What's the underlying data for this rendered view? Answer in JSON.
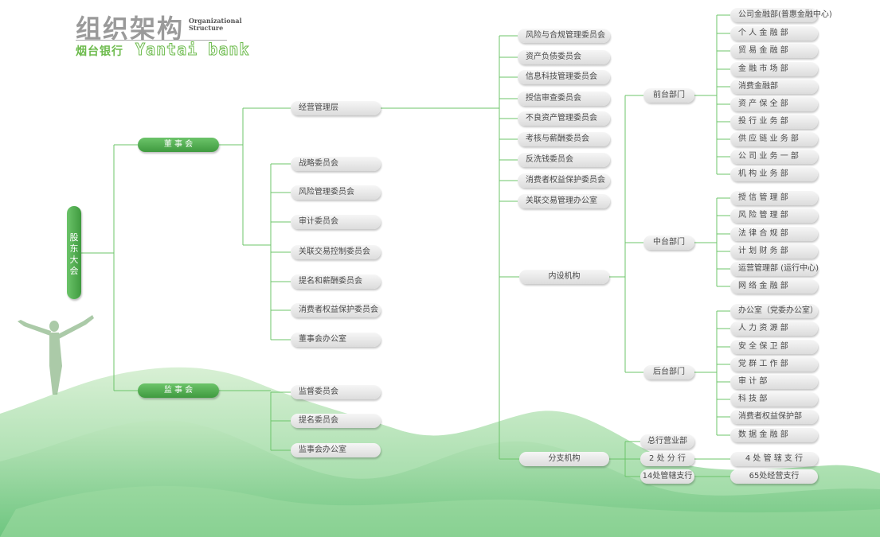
{
  "header": {
    "title": "组织架构",
    "subtitle_line1": "Organizational",
    "subtitle_line2": "Structure",
    "brand_cn": "烟台银行",
    "brand_en": "Yantai bank"
  },
  "colors": {
    "accent": "#4caf50",
    "line": "#6cc46a",
    "node": "#e6e6e6"
  },
  "org": {
    "root": "股东大会",
    "board": "董 事 会",
    "supervisory": "监 事 会",
    "management": "经营管理层",
    "board_committees": [
      "战略委员会",
      "风险管理委员会",
      "审计委员会",
      "关联交易控制委员会",
      "提名和薪酬委员会",
      "消费者权益保护委员会",
      "董事会办公室"
    ],
    "supervisory_committees": [
      "监督委员会",
      "提名委员会",
      "监事会办公室"
    ],
    "management_committees": [
      "风险与合规管理委员会",
      "资产负债委员会",
      "信息科技管理委员会",
      "授信审查委员会",
      "不良资产管理委员会",
      "考核与薪酬委员会",
      "反洗钱委员会",
      "消费者权益保护委员会",
      "关联交易管理办公室"
    ],
    "internal": "内设机构",
    "branches": "分支机构",
    "front": "前台部门",
    "middle": "中台部门",
    "back": "后台部门",
    "front_depts": [
      "公司金融部(普惠金融中心)",
      "个 人 金 融 部",
      "贸 易 金 融 部",
      "金 融 市 场 部",
      "消费金融部",
      "资 产 保 全 部",
      "投 行 业 务 部",
      "供 应 链 业 务 部",
      "公 司 业 务 一 部",
      "机 构 业 务 部"
    ],
    "middle_depts": [
      "授 信 管 理 部",
      "风 险 管 理 部",
      "法 律 合 规 部",
      "计 划 财 务 部",
      "运营管理部 (运行中心)",
      "网 络 金 融 部"
    ],
    "back_depts": [
      "办公室（党委办公室）",
      "人 力 资 源 部",
      "安 全 保 卫 部",
      "党 群 工 作 部",
      "审 计 部",
      "科 技 部",
      "消费者权益保护部",
      "数 据 金 融 部"
    ],
    "branch_units": [
      "总行营业部",
      "2 处 分 行",
      "14处管辖支行"
    ],
    "sub_branches": [
      "4 处 管 辖 支 行",
      "65处经营支行"
    ]
  }
}
